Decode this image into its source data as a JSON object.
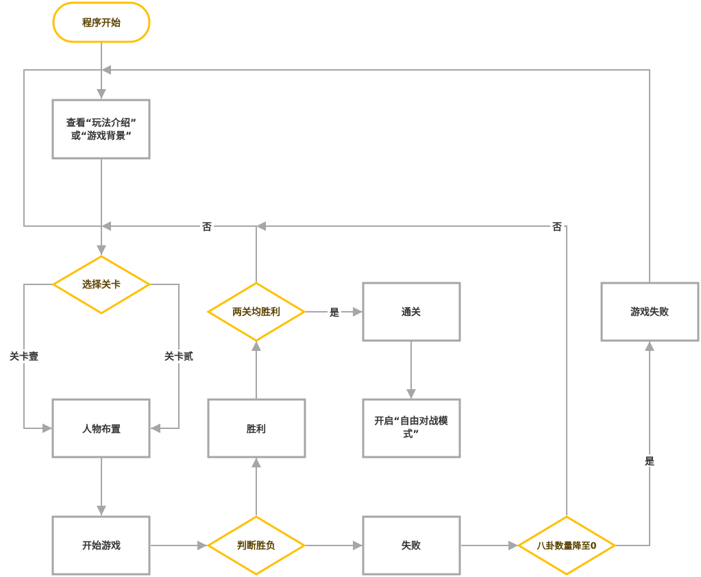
{
  "diagram": {
    "title": "游戏流程图",
    "colors": {
      "decision_stroke": "#FFC000",
      "terminal_stroke": "#FFC000",
      "process_stroke": "#A6A6A6",
      "connector": "#A6A6A6",
      "decision_text": "#5a4200",
      "process_text": "#333333"
    },
    "nodes": {
      "start": {
        "type": "terminal",
        "label": "程序开始"
      },
      "view_intro": {
        "type": "process",
        "lines": [
          "查看“玩法介绍”",
          "或“游戏背景”"
        ]
      },
      "select_level": {
        "type": "decision",
        "label": "选择关卡"
      },
      "place_characters": {
        "type": "process",
        "label": "人物布置"
      },
      "start_game": {
        "type": "process",
        "label": "开始游戏"
      },
      "judge": {
        "type": "decision",
        "label": "判断胜负"
      },
      "win": {
        "type": "process",
        "label": "胜利"
      },
      "both_won": {
        "type": "decision",
        "label": "两关均胜利"
      },
      "clear": {
        "type": "process",
        "label": "通关"
      },
      "free_mode": {
        "type": "process",
        "lines": [
          "开启“自由对战模",
          "式”"
        ]
      },
      "lose": {
        "type": "process",
        "label": "失败"
      },
      "gossip_zero": {
        "type": "decision",
        "label": "八卦数量降至0"
      },
      "game_over": {
        "type": "process",
        "label": "游戏失败"
      }
    },
    "edge_labels": {
      "level_one": "关卡壹",
      "level_two": "关卡贰",
      "both_won_no": "否",
      "both_won_yes": "是",
      "gossip_no": "否",
      "gossip_yes": "是"
    }
  }
}
